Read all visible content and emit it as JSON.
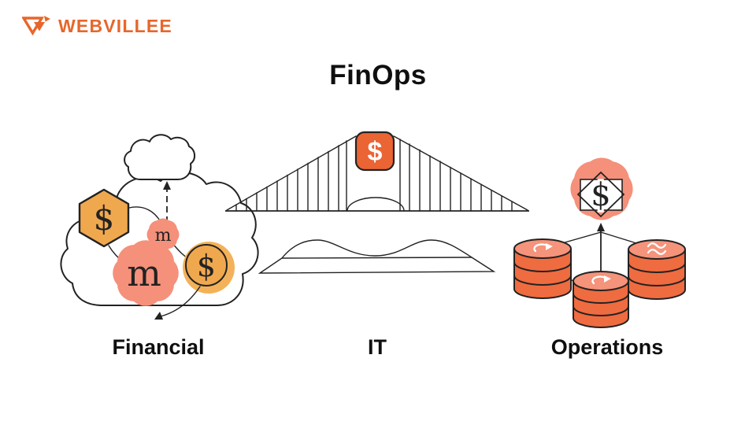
{
  "brand": {
    "name": "WEBVILLEE",
    "logo_icon": "webvillee-mark",
    "color": "#E7662B"
  },
  "title": "FinOps",
  "sections": {
    "financial": {
      "label": "Financial",
      "illustration": "cloud-of-costs",
      "icons": [
        "cloud-icon",
        "small-cloud-icon",
        "dollar-hexagon-icon",
        "metric-blob-icon",
        "dollar-coin-icon",
        "up-arrow-icon",
        "down-arrow-icon"
      ]
    },
    "it": {
      "label": "IT",
      "illustration": "suspension-bridge",
      "icons": [
        "bridge-icon",
        "dollar-badge-icon",
        "waves-icon"
      ]
    },
    "operations": {
      "label": "Operations",
      "illustration": "database-network",
      "icons": [
        "database-cylinder-icon",
        "sync-icon",
        "wave-sync-icon",
        "dollar-diamond-icon",
        "up-arrow-icon"
      ]
    }
  },
  "symbols": {
    "dollar": "$",
    "metric": "m"
  },
  "colors": {
    "background": "#FFFFFF",
    "ink": "#222222",
    "text": "#0F0F0F",
    "brand_orange": "#E7662B",
    "accent_orange": "#EB6434",
    "salmon": "#F5907A",
    "amber": "#F0A84F",
    "amber_light": "#F3B259",
    "cylinder_orange": "#EF6B40",
    "cylinder_top": "#F5937B"
  }
}
